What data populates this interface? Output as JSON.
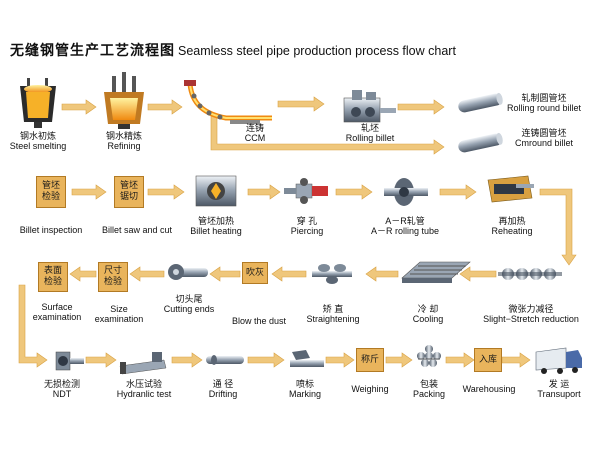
{
  "title": {
    "cn": "无缝钢管生产工艺流程图",
    "en": "Seamless steel pipe production process flow chart"
  },
  "colors": {
    "arrow": "#efc77c",
    "arrow_dark": "#d9a244",
    "box_fill": "#e9b45c",
    "steel": "#8b98a8"
  },
  "row1": {
    "steel_smelting": {
      "cn": "钢水初炼",
      "en": "Steel smelting"
    },
    "refining": {
      "cn": "钢水精炼",
      "en": "Refining"
    },
    "ccm": {
      "cn": "连铸",
      "en": "CCM"
    },
    "rolling_billet": {
      "cn": "轧坯",
      "en": "Rolling billet"
    },
    "rolling_round_billet": {
      "cn": "轧制圆管坯",
      "en": "Rolling round billet"
    },
    "cmround_billet": {
      "cn": "连铸圆管坯",
      "en": "Cmround billet"
    }
  },
  "row2": {
    "billet_inspection": {
      "box": "管坯\n检验",
      "en": "Billet inspection"
    },
    "billet_saw": {
      "box": "管坯\n锯切",
      "en": "Billet saw and cut"
    },
    "billet_heating": {
      "cn": "管坯加热",
      "en": "Billet heating"
    },
    "piercing": {
      "cn": "穿 孔",
      "en": "Piercing"
    },
    "ar_rolling": {
      "cn": "A－R轧管",
      "en": "A－R rolling tube"
    },
    "reheating": {
      "cn": "再加热",
      "en": "Reheating"
    }
  },
  "row3": {
    "surface_exam": {
      "box": "表面\n检验",
      "en": "Surface\nexamination"
    },
    "size_exam": {
      "box": "尺寸\n检验",
      "en": "Size\nexamination"
    },
    "cutting_ends": {
      "cn": "切头尾",
      "en": "Cutting ends"
    },
    "blow_dust": {
      "box": "吹灰",
      "en": "Blow the dust"
    },
    "straightening": {
      "cn": "矫 直",
      "en": "Straightening"
    },
    "cooling": {
      "cn": "冷 却",
      "en": "Cooling"
    },
    "stretch_reduction": {
      "cn": "微张力减径",
      "en": "Slight−Stretch reduction"
    }
  },
  "row4": {
    "ndt": {
      "cn": "无损检测",
      "en": "NDT"
    },
    "hydraulic": {
      "cn": "水压试验",
      "en": "Hydranlic test"
    },
    "drifting": {
      "cn": "通 径",
      "en": "Drifting"
    },
    "marking": {
      "cn": "喷标",
      "en": "Marking"
    },
    "weighing": {
      "box": "称斤",
      "en": "Weighing"
    },
    "packing": {
      "cn": "包装",
      "en": "Packing"
    },
    "warehousing": {
      "box": "入库",
      "en": "Warehousing"
    },
    "transport": {
      "cn": "发 运",
      "en": "Transuport"
    }
  }
}
